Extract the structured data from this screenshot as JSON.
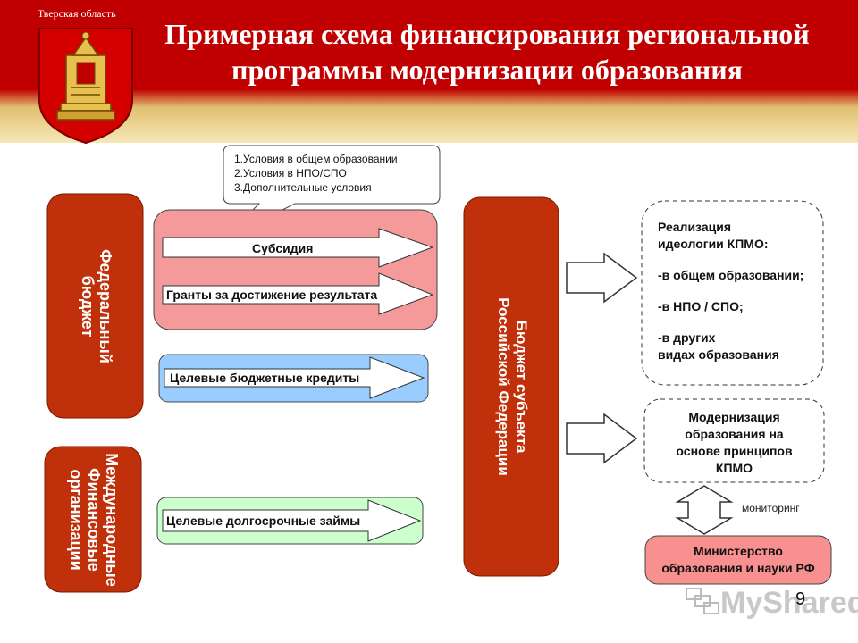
{
  "header": {
    "region": "Тверская область",
    "title_line1": "Примерная схема финансирования региональной",
    "title_line2": "программы модернизации образования"
  },
  "sources": {
    "federal_line1": "Федеральный",
    "federal_line2": "бюджет",
    "intl_line1": "Международные",
    "intl_line2": "Финансовые",
    "intl_line3": "организации"
  },
  "callout": {
    "item1": "1.Условия в общем образовании",
    "item2": "2.Условия в НПО/СПО",
    "item3": "3.Дополнительные условия"
  },
  "instruments": {
    "subsidy": "Субсидия",
    "grants": "Гранты за достижение результата",
    "credits": "Целевые бюджетные кредиты",
    "loans": "Целевые долгосрочные займы"
  },
  "budget": {
    "line1": "Бюджет субъекта",
    "line2": "Российской Федерации"
  },
  "results": {
    "realization_title1": "Реализация",
    "realization_title2": "идеологии КПМО:",
    "realization_item1": "-в общем образовании;",
    "realization_item2": "-в НПО / СПО;",
    "realization_item3a": "-в других",
    "realization_item3b": "видах образования",
    "modernization1": "Модернизация",
    "modernization2": "образования на",
    "modernization3": "основе принципов",
    "modernization4": "КПМО"
  },
  "monitoring": "мониторинг",
  "ministry": {
    "line1": "Министерство",
    "line2": "образования и науки РФ"
  },
  "page_number": "9",
  "watermark": "MyShared",
  "colors": {
    "header_red": "#c00000",
    "source_red": "#c0300a",
    "pink_panel": "#f59a9a",
    "blue_panel": "#99ccff",
    "green_panel": "#ccffcc",
    "ministry_pink": "#f89090"
  }
}
